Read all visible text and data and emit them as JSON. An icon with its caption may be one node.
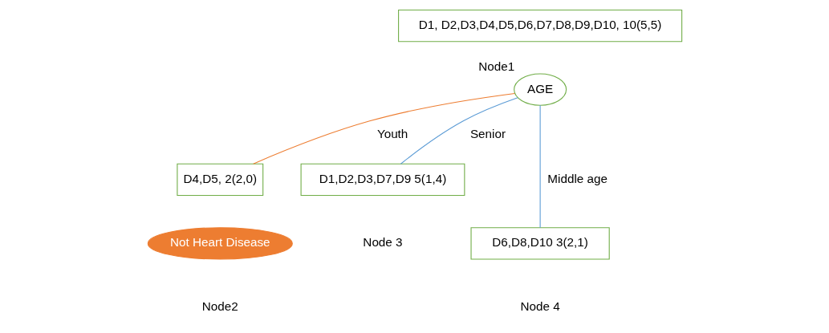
{
  "diagram": {
    "nodes": [
      {
        "text": [
          "D1, D2,D3,D4,D5,D6,D7,D8,D9,D10, 10(5,5)"
        ]
      },
      {
        "text": [
          "AGE"
        ],
        "beside": [
          "Node1"
        ]
      },
      {
        "text": [
          "D4,D5, 2(2,0)"
        ]
      },
      {
        "text": [
          "D1,D2,D3,D7,D9 5(1,4)"
        ],
        "beside": [
          "Node 3"
        ]
      },
      {
        "text": [
          "Not Heart Disease"
        ],
        "beside": [
          "Node2"
        ]
      },
      {
        "text": [
          "D6,D8,D10 3(2,1)"
        ],
        "beside": [
          "Node 4"
        ]
      }
    ],
    "edges": [
      {
        "from": 1,
        "to": 2,
        "arrow": "none",
        "label": "Youth",
        "color": "#ed7d31"
      },
      {
        "from": 1,
        "to": 5,
        "arrow": "none",
        "label": "Middle age"
      },
      {
        "from": 1,
        "to": 3,
        "arrow": "none",
        "label": "Senior"
      }
    ]
  }
}
